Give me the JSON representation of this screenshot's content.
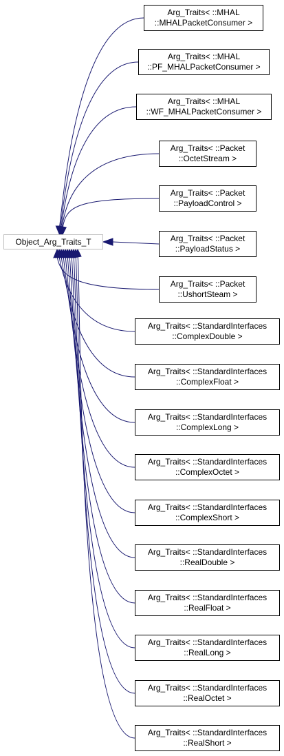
{
  "root": {
    "label": "Object_Arg_Traits_T"
  },
  "colors": {
    "edge": "#191970",
    "node_border": "#000000",
    "root_border": "#bfbfbf",
    "background": "#ffffff"
  },
  "derived": [
    {
      "line1": "Arg_Traits< ::MHAL",
      "line2": "::MHALPacketConsumer >"
    },
    {
      "line1": "Arg_Traits< ::MHAL",
      "line2": "::PF_MHALPacketConsumer >"
    },
    {
      "line1": "Arg_Traits< ::MHAL",
      "line2": "::WF_MHALPacketConsumer >"
    },
    {
      "line1": "Arg_Traits< ::Packet",
      "line2": "::OctetStream >"
    },
    {
      "line1": "Arg_Traits< ::Packet",
      "line2": "::PayloadControl >"
    },
    {
      "line1": "Arg_Traits< ::Packet",
      "line2": "::PayloadStatus >"
    },
    {
      "line1": "Arg_Traits< ::Packet",
      "line2": "::UshortSteam >"
    },
    {
      "line1": "Arg_Traits< ::StandardInterfaces",
      "line2": "::ComplexDouble >"
    },
    {
      "line1": "Arg_Traits< ::StandardInterfaces",
      "line2": "::ComplexFloat >"
    },
    {
      "line1": "Arg_Traits< ::StandardInterfaces",
      "line2": "::ComplexLong >"
    },
    {
      "line1": "Arg_Traits< ::StandardInterfaces",
      "line2": "::ComplexOctet >"
    },
    {
      "line1": "Arg_Traits< ::StandardInterfaces",
      "line2": "::ComplexShort >"
    },
    {
      "line1": "Arg_Traits< ::StandardInterfaces",
      "line2": "::RealDouble >"
    },
    {
      "line1": "Arg_Traits< ::StandardInterfaces",
      "line2": "::RealFloat >"
    },
    {
      "line1": "Arg_Traits< ::StandardInterfaces",
      "line2": "::RealLong >"
    },
    {
      "line1": "Arg_Traits< ::StandardInterfaces",
      "line2": "::RealOctet >"
    },
    {
      "line1": "Arg_Traits< ::StandardInterfaces",
      "line2": "::RealShort >"
    }
  ]
}
